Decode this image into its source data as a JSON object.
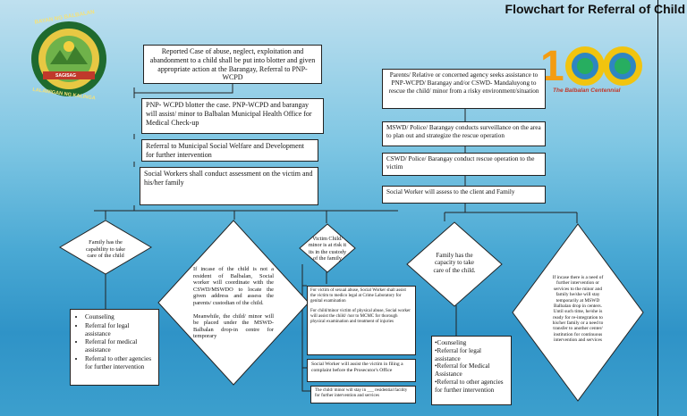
{
  "title": "Flowchart for Referral of Child",
  "logo_left": {
    "top_text": "BAYAN NG BALBALAN",
    "bottom_text": "LALAWIGAN NG KALINGA",
    "ribbon": "SAGISAG"
  },
  "logo_right": {
    "centennial_text": "The Balbalan Centennial"
  },
  "colors": {
    "background_top": "#bfe0ef",
    "background_bottom": "#2f93c7",
    "box_fill": "#ffffff",
    "line": "#222222",
    "title_red": "#c0392b"
  },
  "left_flow": {
    "box1": "Reported Case of abuse, neglect, exploitation and abandonment to a child shall be put into blotter and given appropriate action at the Barangay, Referral to PNP-WCPD",
    "box2": "PNP- WCPD blotter the case. PNP-WCPD and barangay will assist/ minor to Balbalan Municipal Health Office for Medical Check-up",
    "box3": "Referral to Municipal Social Welfare and Development for further intervention",
    "box4": "Social Workers shall conduct assessment on the victim and his/her family"
  },
  "right_flow": {
    "box1": "Parents/ Relative or concerned agency seeks assistance to PNP-WCPD/ Barangay and/or CSWD- Mandaluyong to rescue the child/ minor from a risky environment/situation",
    "box2": "MSWD/ Police/ Barangay conducts surveillance on the area to plan out and strategize the rescue operation",
    "box3": "CSWD/ Police/ Barangay conduct rescue operation to the victim",
    "box4": "Social Worker will assess to the client and Family"
  },
  "diamonds": {
    "d1": "Family has the capability to take care of the child",
    "d2a": "If incase of the child is not a resident of Balbalan, Social worker will coordinate with the CSWD/MSWDO to locate the given address and assess the parents/ custodian of the child.",
    "d2b": "Meanwhile, the child/ minor will be placed under the MSWD- Balbalan drop-in centre for temporary",
    "d3": "Victim Child/ minor is at risk it its in the custody of the family",
    "d4": "Family has the capacity to take care of the child.",
    "d5": "If incase there is a need of further intervention or services to the minor and family he/she will stay temporarily at MSWD Balbalan drop in centers. Until such time, he/she is ready for re-integration to his/her family or a need to transfer to another center/ institution for continuous intervention and services"
  },
  "services_left": [
    "Counseling",
    "Referral for legal assistance",
    "Referral for medical assistance",
    "Referral to other agencies for further intervention"
  ],
  "victim_box": [
    "For victim of sexual abuse, Social Worker shall assist the victim to medico legal at Crime Laboratory for genital examination",
    "For child/minor victim of physical abuse, Social worker will assist the child/ /nor to MCMC for thorough physical examination and treatment of injuries"
  ],
  "filing_box": "Social Worker will assist the victim in filing a complaint before the Prosecutor's Office",
  "residential_box": "The child/ minor will stay in ___ residential facility for further intervention and services",
  "services_right": [
    "Counseling",
    "Referral for legal assistance",
    "Referral for Medical Assistance",
    "Referral to other agencies for further intervention"
  ]
}
